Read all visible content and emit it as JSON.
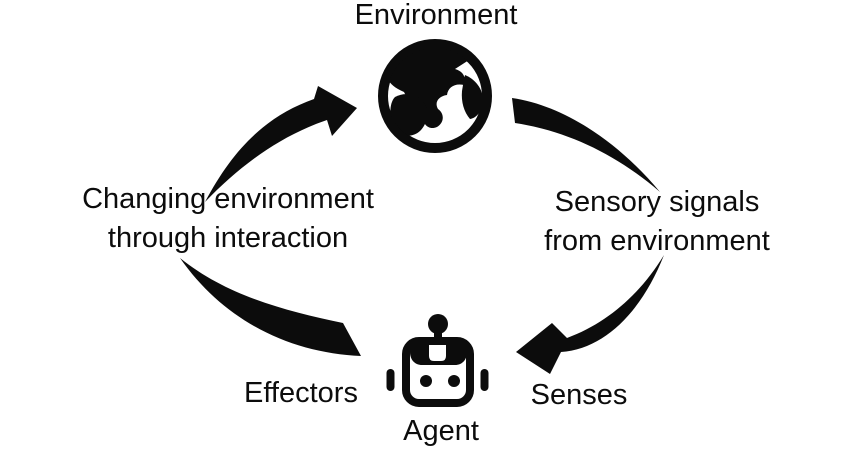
{
  "diagram": {
    "background_color": "#ffffff",
    "ink_color": "#0c0c0c",
    "nodes": [
      {
        "id": "environment",
        "label": "Environment",
        "icon": "globe-icon"
      },
      {
        "id": "agent",
        "label": "Agent",
        "icon": "robot-icon"
      }
    ],
    "edges": [
      {
        "from": "agent",
        "to": "environment",
        "label_line1": "Changing environment",
        "label_line2": "through interaction",
        "endpoint_label": "Effectors"
      },
      {
        "from": "environment",
        "to": "agent",
        "label_line1": "Sensory signals",
        "label_line2": "from environment",
        "endpoint_label": "Senses"
      }
    ]
  }
}
